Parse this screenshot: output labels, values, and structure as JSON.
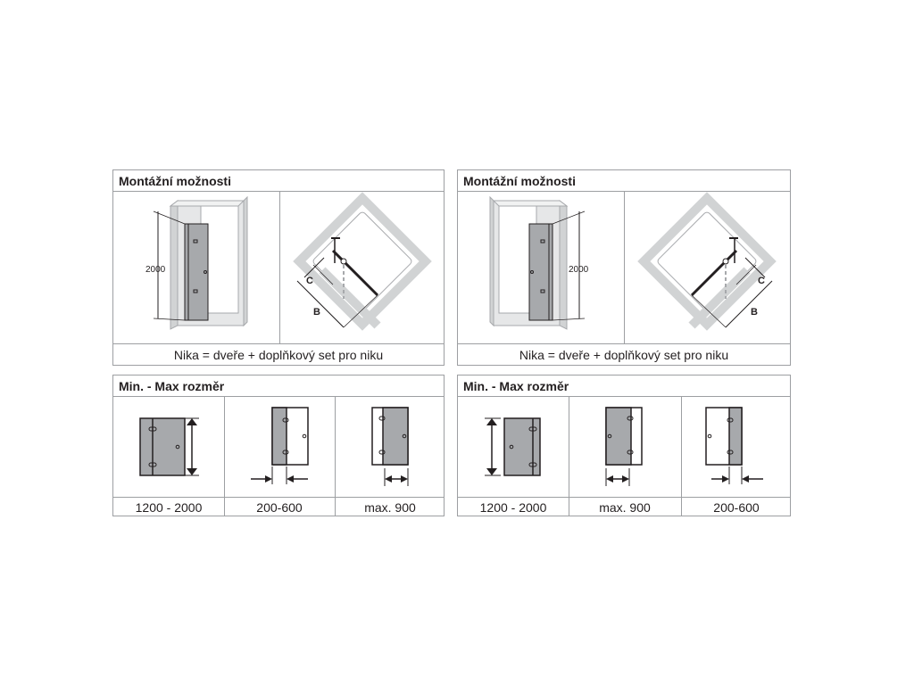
{
  "left": {
    "mounting": {
      "title": "Montážní možnosti",
      "caption": "Nika = dveře + doplňkový set pro niku",
      "height_label": "2000",
      "dim_c": "C",
      "dim_b": "B"
    },
    "dimensions": {
      "title": "Min. - Max rozměr",
      "cells": [
        "1200 - 2000",
        "200-600",
        "max. 900"
      ]
    }
  },
  "right": {
    "mounting": {
      "title": "Montážní možnosti",
      "caption": "Nika = dveře + doplňkový set pro niku",
      "height_label": "2000",
      "dim_c": "C",
      "dim_b": "B"
    },
    "dimensions": {
      "title": "Min. - Max rozměr",
      "cells": [
        "1200 - 2000",
        "max. 900",
        "200-600"
      ]
    }
  },
  "colors": {
    "glass": "#a7a9ac",
    "wall": "#d1d3d4",
    "border": "#9d9fa2",
    "line": "#231f20"
  }
}
